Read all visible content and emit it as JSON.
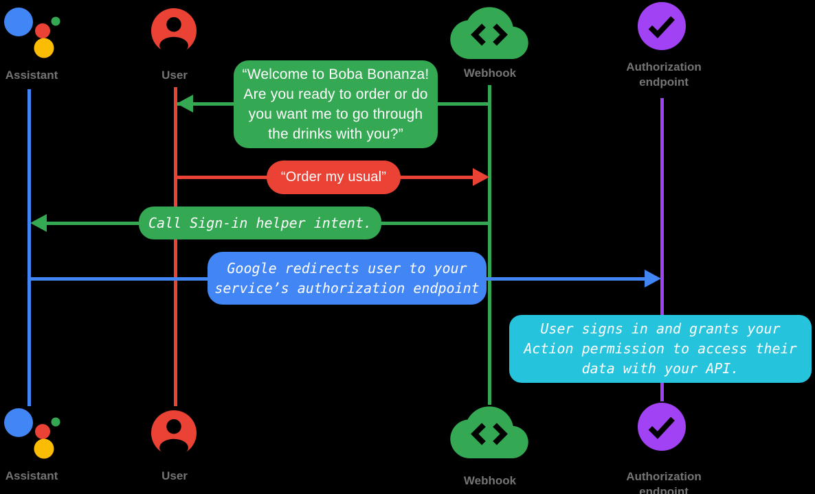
{
  "diagram": {
    "title": "Account linking sign-in sequence diagram",
    "actors": [
      {
        "id": "assistant",
        "label": "Assistant",
        "color": "#4285F4",
        "icon": "google-assistant-logo"
      },
      {
        "id": "user",
        "label": "User",
        "color": "#EA4335",
        "icon": "person"
      },
      {
        "id": "webhook",
        "label": "Webhook",
        "color": "#34A853",
        "icon": "cloud-code"
      },
      {
        "id": "auth",
        "label": "Authorization\nendpoint",
        "color": "#A142F4",
        "icon": "checkmark-circle"
      }
    ],
    "messages": {
      "welcome": {
        "from": "webhook",
        "to": "user",
        "color": "#34A853",
        "text": "“Welcome to Boba Bonanza!\nAre you ready to order or do\nyou want me to go through\nthe drinks with you?”"
      },
      "order": {
        "from": "user",
        "to": "webhook",
        "color": "#EA4335",
        "text": "“Order my usual”"
      },
      "signin": {
        "from": "webhook",
        "to": "assistant",
        "color": "#34A853",
        "text": "Call Sign-in helper intent."
      },
      "redirect": {
        "from": "assistant",
        "to": "auth",
        "color": "#4285F4",
        "text": "Google redirects user to your\nservice’s authorization endpoint"
      },
      "note": {
        "on": "auth",
        "color": "#26C3DC",
        "text": "User signs in and grants your\nAction permission to access their\ndata with your API."
      }
    },
    "colors": {
      "blue": "#4285F4",
      "red": "#EA4335",
      "green": "#34A853",
      "yellow": "#FBBC04",
      "purple": "#A142F4",
      "cyan": "#26C3DC",
      "label_gray": "#757575",
      "background": "#000000",
      "bubble_text": "#FFFFFF"
    }
  }
}
